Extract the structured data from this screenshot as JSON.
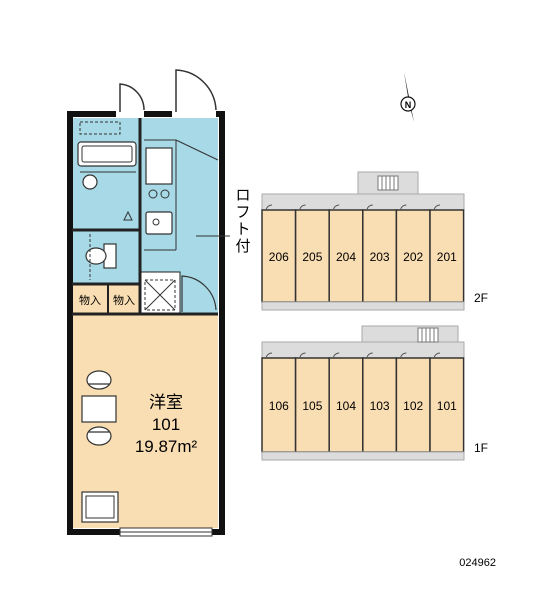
{
  "floor_plan": {
    "room_type": "洋室",
    "room_number": "101",
    "area": "19.87m²",
    "storage_labels": [
      "物入",
      "物入"
    ],
    "loft_note": "ロフト付"
  },
  "building": {
    "floors": [
      {
        "label": "2F",
        "units": [
          "206",
          "205",
          "204",
          "203",
          "202",
          "201"
        ]
      },
      {
        "label": "1F",
        "units": [
          "106",
          "105",
          "104",
          "103",
          "102",
          "101"
        ]
      }
    ]
  },
  "compass": {
    "label": "N"
  },
  "property_code": "024962",
  "colors": {
    "room": "#f9ddb3",
    "wet_area": "#a7d9e6",
    "walls": "#111111",
    "building_base": "#dcdcdc",
    "unit_fill": "#f9ddb3"
  }
}
